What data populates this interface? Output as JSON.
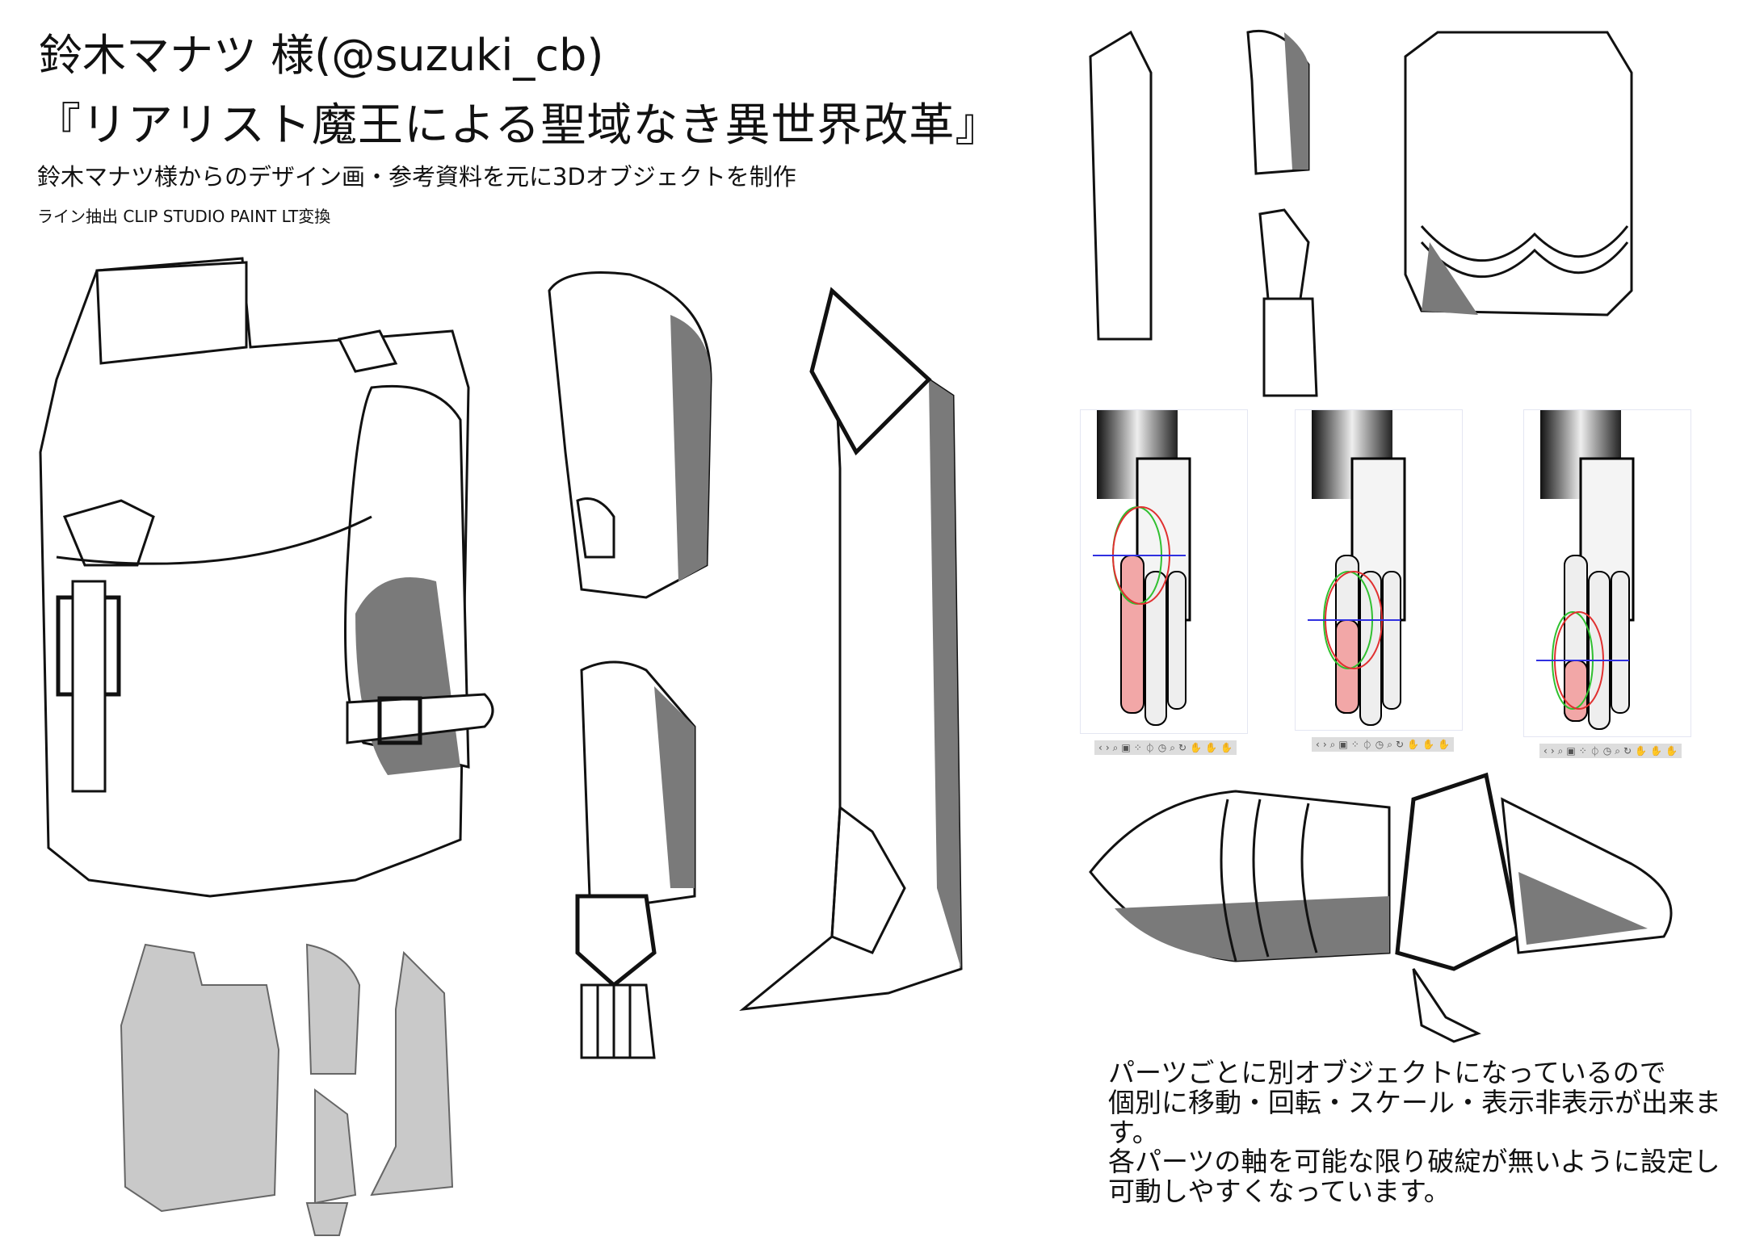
{
  "header": {
    "artist": "鈴木マナツ 様(@suzuki_cb)",
    "work_title": "『リアリスト魔王による聖域なき異世界改革』",
    "description": "鈴木マナツ様からのデザイン画・参考資料を元に3Dオブジェクトを制作",
    "line_note": "ライン抽出 CLIP STUDIO PAINT  LT変換"
  },
  "notes": {
    "paragraph1": [
      "パーツごとに別オブジェクトになっているので",
      "個別に移動・回転・スケール・表示非表示が出来ます。"
    ],
    "paragraph2": [
      "各パーツの軸を可能な限り破綻が無いように設定し",
      "可動しやすくなっています。"
    ]
  },
  "viewer_toolbar": {
    "icons": [
      "‹",
      "›",
      "⌕",
      "▣",
      "⁘",
      "⏀",
      "◷",
      "⌕",
      "↻",
      "✋",
      "✋",
      "✋"
    ]
  },
  "colors": {
    "shadow": "#7a7a7a",
    "selected_part": "#f2a7a7",
    "gizmo_x": "#e03030",
    "gizmo_y": "#30c030",
    "gizmo_z": "#3030e0"
  }
}
